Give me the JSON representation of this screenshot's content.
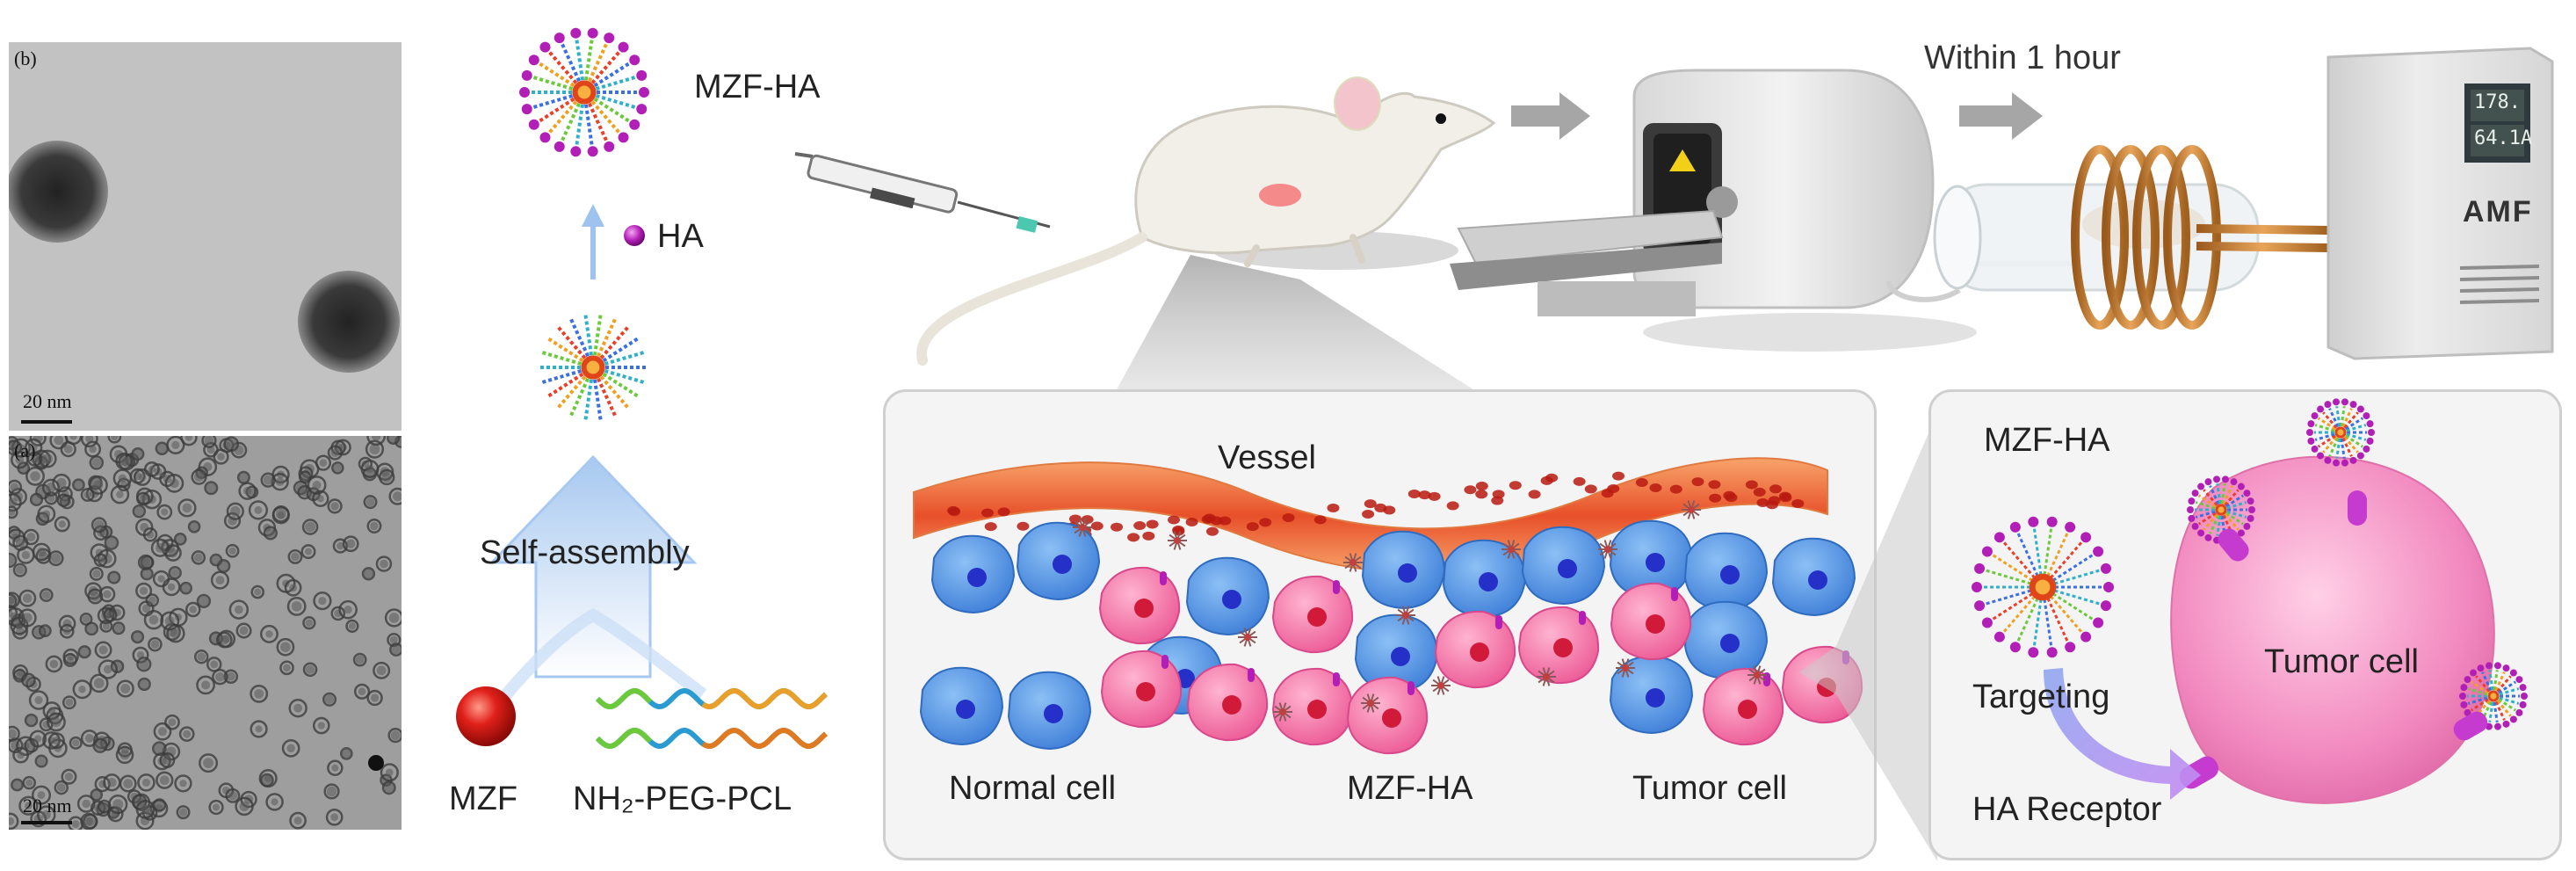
{
  "tem": {
    "top_label": "(b)",
    "top_scale": "20 nm",
    "bottom_label": "(a)",
    "bottom_scale": "20 nm"
  },
  "assembly": {
    "product_label": "MZF-HA",
    "ha_label": "HA",
    "process_label": "Self-assembly",
    "mzf_label": "MZF",
    "polymer_label": "NH₂-PEG-PCL"
  },
  "workflow": {
    "time_label": "Within 1 hour",
    "device_label": "AMF",
    "display_line1": "178.",
    "display_line2": "64.1A"
  },
  "tissue": {
    "vessel_label": "Vessel",
    "normal_label": "Normal cell",
    "particle_label": "MZF-HA",
    "tumor_label": "Tumor cell"
  },
  "targeting": {
    "particle_label": "MZF-HA",
    "targeting_label": "Targeting",
    "cell_label": "Tumor cell",
    "receptor_label": "HA Receptor"
  },
  "colors": {
    "normal_cell": "#4f8fe0",
    "tumor_cell": "#f06aa0",
    "vessel": "#e8502a",
    "nucleus_normal": "#2530c8",
    "nucleus_tumor": "#d11a3a",
    "arrow": "#9aa0a8"
  }
}
